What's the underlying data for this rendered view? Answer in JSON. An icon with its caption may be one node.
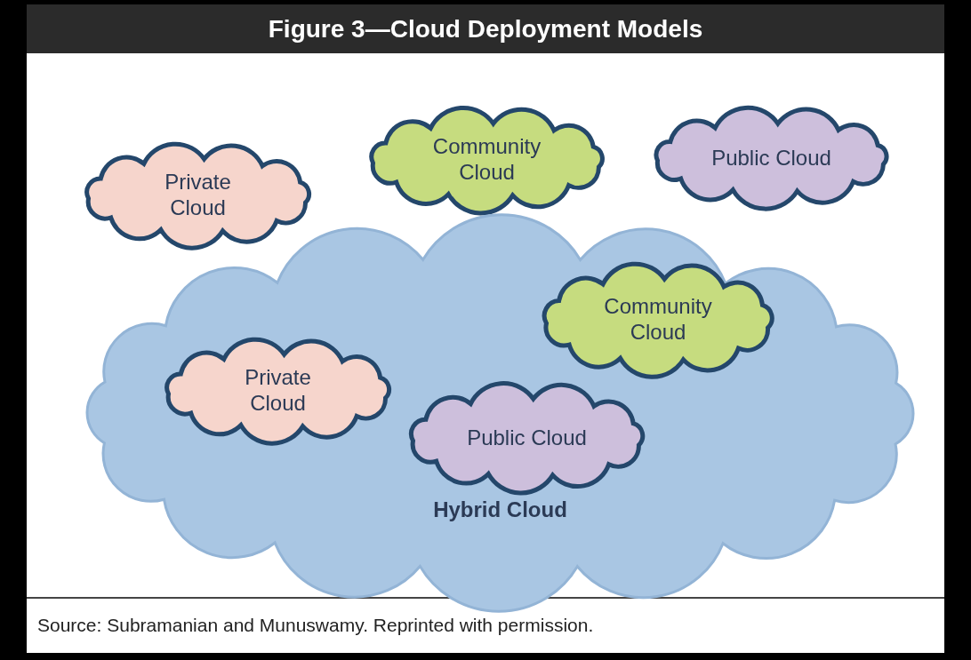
{
  "diagram": {
    "title": "Figure 3—Cloud Deployment Models",
    "caption": "Source:  Subramanian and Munuswamy. Reprinted with permission.",
    "nodes": [
      {
        "text": [
          "Private Cloud"
        ]
      },
      {
        "text": [
          "Community Cloud"
        ]
      },
      {
        "text": [
          "Public Cloud"
        ]
      },
      {
        "text": [
          "Hybrid Cloud"
        ]
      },
      {
        "text": [
          "Community Cloud"
        ],
        "in": 3
      },
      {
        "text": [
          "Private Cloud"
        ],
        "in": 3
      },
      {
        "text": [
          "Public Cloud"
        ],
        "in": 3
      }
    ]
  }
}
